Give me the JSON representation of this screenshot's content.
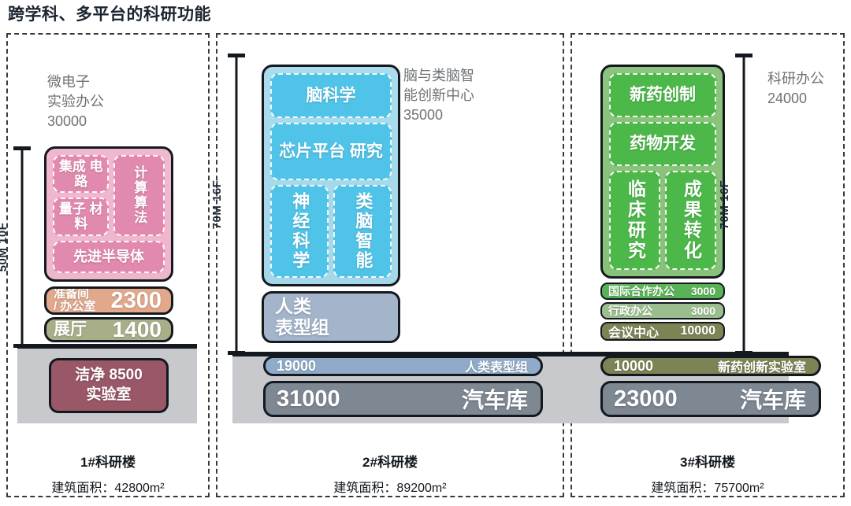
{
  "title": "跨学科、多平台的科研功能",
  "buildings": [
    {
      "caption_name": "1#科研楼",
      "caption_area": "建筑面积：42800m²",
      "dimension": "50M 10F",
      "side_note": "微电子\n实验办公\n30000",
      "main_modules": [
        {
          "label": "集成\n电路"
        },
        {
          "label": "量子\n材料"
        },
        {
          "label": "计算算法"
        },
        {
          "label": "先进半导体"
        }
      ],
      "bars": [
        {
          "name": "准备间\n/ 办公室",
          "value": "2300"
        },
        {
          "name": "展厅",
          "value": "1400"
        }
      ],
      "basement": [
        {
          "label": "洁净 8500\n实验室"
        }
      ]
    },
    {
      "caption_name": "2#科研楼",
      "caption_area": "建筑面积：89200m²",
      "dimension": "70M 16F",
      "side_note": "脑与类脑智\n能创新中心\n35000",
      "main_modules": [
        {
          "label": "脑科学"
        },
        {
          "label": "芯片平台\n研究"
        },
        {
          "label": "神经科学"
        },
        {
          "label": "类脑智能"
        }
      ],
      "pheno_block": "人类\n表型组",
      "basement": [
        {
          "value": "19000",
          "name": "人类表型组"
        },
        {
          "value": "31000",
          "name": "汽车库"
        }
      ]
    },
    {
      "caption_name": "3#科研楼",
      "caption_area": "建筑面积：75700m²",
      "dimension": "70M 16F",
      "side_note": "科研办公\n24000",
      "main_modules": [
        {
          "label": "新药创制"
        },
        {
          "label": "药物开发"
        },
        {
          "label": "临床研究"
        },
        {
          "label": "成果转化"
        }
      ],
      "mini_bars": [
        {
          "name": "国际合作办公",
          "value": "3000"
        },
        {
          "name": "行政办公",
          "value": "3000"
        },
        {
          "name": "会议中心",
          "value": "10000"
        }
      ],
      "basement": [
        {
          "value": "10000",
          "name": "新药创新实验室"
        },
        {
          "value": "23000",
          "name": "汽车库"
        }
      ]
    }
  ],
  "colors": {
    "building1_accent": "#e189ae",
    "building1_body": "#f0b8cf",
    "building2_accent": "#4fc3e8",
    "building2_body": "#a9dced",
    "building3_accent": "#4cb849",
    "building3_body": "#8cc47e",
    "ground_line": "#13191f",
    "basement_fill": "#c7c9cc",
    "garage": "#7e8893"
  }
}
